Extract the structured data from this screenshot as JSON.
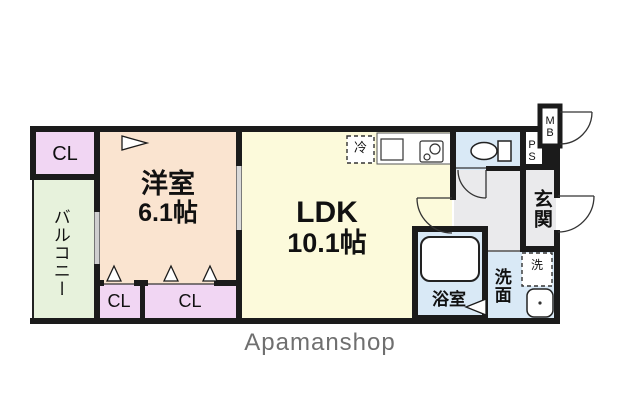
{
  "floorplan": {
    "rooms": {
      "closet_top_left": {
        "label": "CL"
      },
      "balcony": {
        "label": "バルコニー"
      },
      "western_room": {
        "label": "洋室",
        "size": "6.1帖"
      },
      "ldk": {
        "label": "LDK",
        "size": "10.1帖"
      },
      "closet_bottom_left": {
        "label": "CL"
      },
      "closet_bottom_right": {
        "label": "CL"
      },
      "bathroom": {
        "label": "浴室"
      },
      "washroom": {
        "label": "洗面"
      },
      "entrance": {
        "label": "玄関"
      }
    },
    "fixtures": {
      "refrigerator": {
        "label": "冷"
      },
      "washing_machine": {
        "label": "洗"
      },
      "meter_box": {
        "label": "MB"
      },
      "pipe_space": {
        "label": "PS"
      }
    },
    "colors": {
      "wall": "#1b1b1b",
      "closet": "#f1d6f3",
      "balcony": "#e7f2dc",
      "western": "#fae4d0",
      "ldk": "#fcfadb",
      "wet": "#d9e9f6",
      "hall": "#eaeaec",
      "white": "#ffffff",
      "watermark_text": "#6f6f6f"
    }
  },
  "watermark": {
    "text": "Apamanshop"
  }
}
